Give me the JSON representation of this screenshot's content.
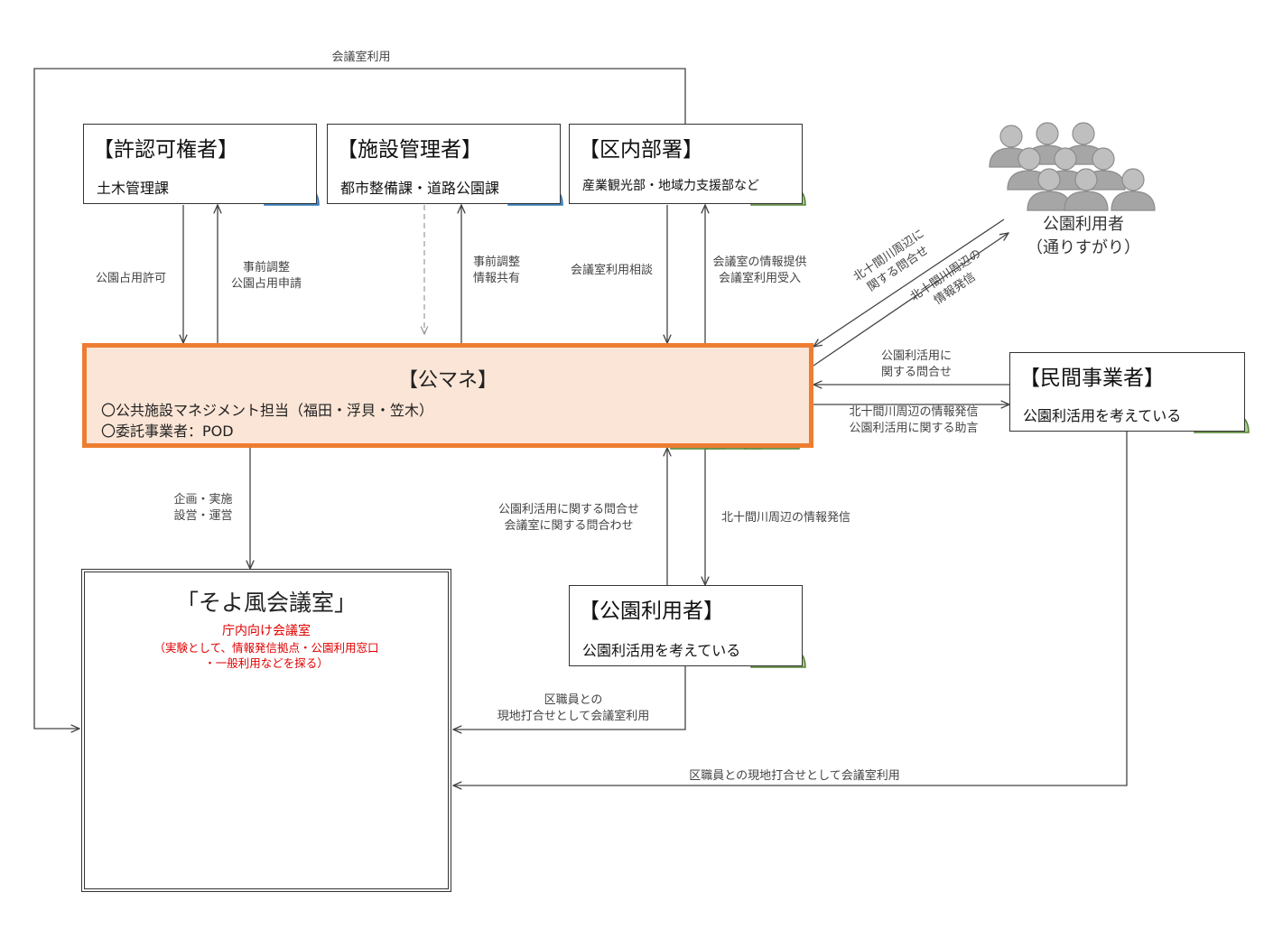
{
  "boxes": {
    "permit": {
      "title": "【許認可権者】",
      "sub": "土木管理課"
    },
    "facility": {
      "title": "【施設管理者】",
      "sub": "都市整備課・道路公園課"
    },
    "ward": {
      "title": "【区内部署】",
      "sub": "産業観光部・地域力支援部など"
    },
    "private": {
      "title": "【民間事業者】",
      "sub": "公園利活用を考えている"
    },
    "park_user": {
      "title": "【公園利用者】",
      "sub": "公園利活用を考えている"
    }
  },
  "koumane": {
    "title": "【公マネ】",
    "line1": "〇公共施設マネジメント担当（福田・浮貝・笠木）",
    "line2": "〇委託事業者：POD"
  },
  "room": {
    "title": "「そよ風会議室」",
    "red1": "庁内向け会議室",
    "red2": "（実験として、情報発信拠点・公園利用窓口",
    "red3": "・一般利用などを探る）"
  },
  "passersby": {
    "line1": "公園利用者",
    "line2": "（通りすがり）"
  },
  "labels": {
    "top_loop": "会議室利用",
    "park_permit": "公園占用許可",
    "pre_adjust1": "事前調整",
    "pre_adjust1b": "公園占用申請",
    "pre_adjust2": "事前調整",
    "info_share": "情報共有",
    "room_consult": "会議室利用相談",
    "room_info1": "会議室の情報提供",
    "room_info2": "会議室利用受入",
    "diag_in1": "北十間川周辺に",
    "diag_in2": "関する問合せ",
    "diag_out1": "北十間川周辺の",
    "diag_out2": "情報発信",
    "private_in1": "公園利活用に",
    "private_in2": "関する問合せ",
    "private_out1": "北十間川周辺の情報発信",
    "private_out2": "公園利活用に関する助言",
    "plan1": "企画・実施",
    "plan2": "設営・運営",
    "user_in1": "公園利活用に関する問合せ",
    "user_in2": "会議室に関する問合わせ",
    "user_out": "北十間川周辺の情報発信",
    "user_room1": "区職員との",
    "user_room2": "現地打合せとして会議室利用",
    "private_room": "区職員との現地打合せとして会議室利用"
  },
  "colors": {
    "accent_orange": "#ed7d31",
    "koumane_fill": "#fbe5d6",
    "person_blue": "#5b9bd5",
    "person_green": "#70ad47",
    "person_gray": "#a6a6a6",
    "red_text": "#e00000",
    "shirt_blue": "#2f8fef",
    "shirt_green": "#5df15d"
  }
}
